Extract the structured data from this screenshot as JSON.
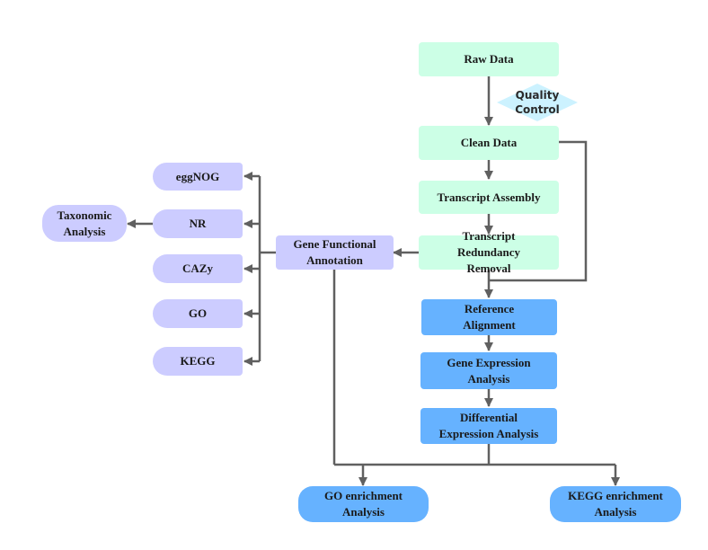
{
  "diagram": {
    "type": "flowchart",
    "nodes": {
      "raw_data": "Raw Data",
      "quality_control": "Quality\nControl",
      "clean_data": "Clean Data",
      "transcript_assembly": "Transcript Assembly",
      "transcript_redundancy_removal": "Transcript\nRedundancy\nRemoval",
      "reference_alignment": "Reference\nAlignment",
      "gene_expression_analysis": "Gene Expression\nAnalysis",
      "differential_expression_analysis": "Differential\nExpression Analysis",
      "gene_functional_annotation": "Gene Functional\nAnnotation",
      "eggnog": "eggNOG",
      "nr": "NR",
      "cazy": "CAZy",
      "go": "GO",
      "kegg": "KEGG",
      "taxonomic_analysis": "Taxonomic\nAnalysis",
      "go_enrichment": "GO enrichment\nAnalysis",
      "kegg_enrichment": "KEGG enrichment\nAnalysis"
    },
    "edges": [
      [
        "raw_data",
        "clean_data"
      ],
      [
        "clean_data",
        "transcript_assembly"
      ],
      [
        "transcript_assembly",
        "transcript_redundancy_removal"
      ],
      [
        "transcript_redundancy_removal",
        "reference_alignment"
      ],
      [
        "clean_data",
        "reference_alignment"
      ],
      [
        "reference_alignment",
        "gene_expression_analysis"
      ],
      [
        "gene_expression_analysis",
        "differential_expression_analysis"
      ],
      [
        "transcript_redundancy_removal",
        "gene_functional_annotation"
      ],
      [
        "gene_functional_annotation",
        "eggnog"
      ],
      [
        "gene_functional_annotation",
        "nr"
      ],
      [
        "gene_functional_annotation",
        "cazy"
      ],
      [
        "gene_functional_annotation",
        "go"
      ],
      [
        "gene_functional_annotation",
        "kegg"
      ],
      [
        "nr",
        "taxonomic_analysis"
      ],
      [
        "differential_expression_analysis",
        "go_enrichment"
      ],
      [
        "differential_expression_analysis",
        "kegg_enrichment"
      ],
      [
        "gene_functional_annotation",
        "go_enrichment"
      ],
      [
        "gene_functional_annotation",
        "kegg_enrichment"
      ]
    ],
    "colors": {
      "preprocess": "#ccffe6",
      "analysis": "#66b2ff",
      "annotation": "#ccccff",
      "quality_control": "#ccf2ff",
      "edge": "#606060"
    }
  }
}
